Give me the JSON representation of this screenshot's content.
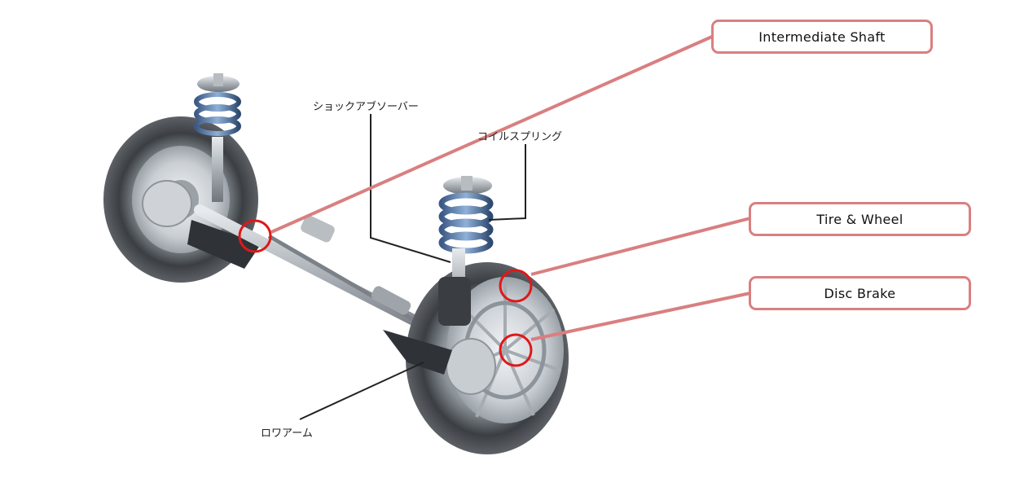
{
  "callouts": {
    "intermediate_shaft": "Intermediate Shaft",
    "tire_wheel": "Tire & Wheel",
    "disc_brake": "Disc Brake"
  },
  "labels": {
    "shock_absorber": "ショックアブソーバー",
    "coil_spring": "コイルスプリング",
    "lower_arm": "ロワアーム"
  },
  "colors": {
    "callout_border": "#d97f80",
    "marker_circle": "#e01818",
    "leader_line": "#222222"
  }
}
